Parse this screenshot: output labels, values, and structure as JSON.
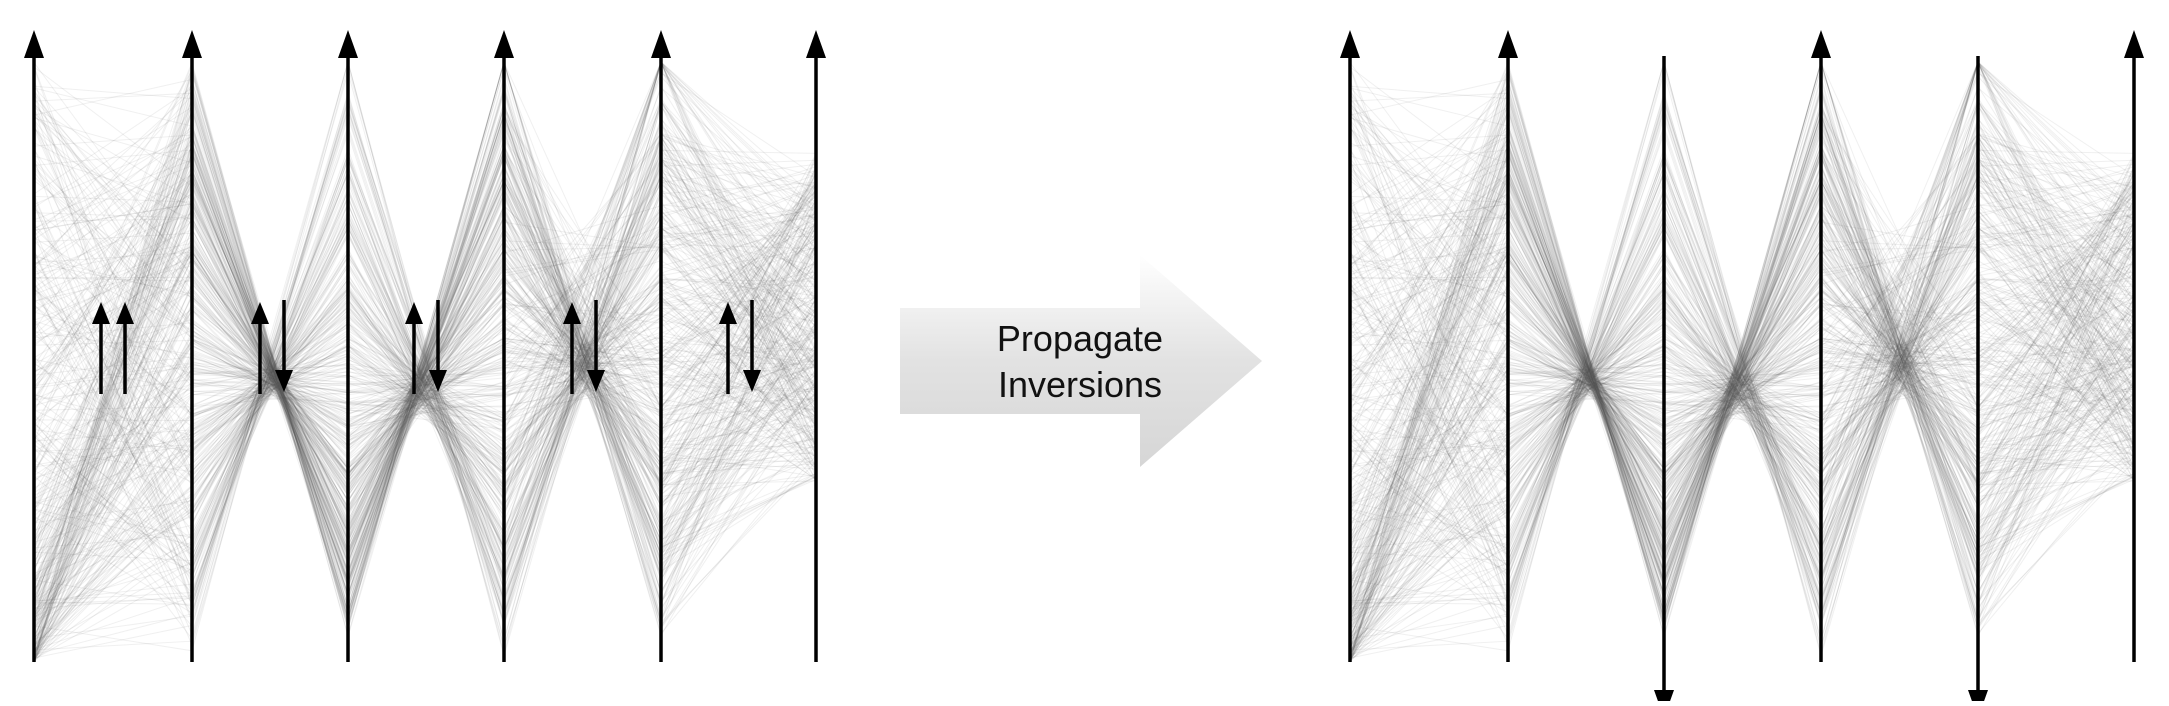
{
  "arrow": {
    "line1": "Propagate",
    "line2": "Inversions"
  },
  "colors": {
    "background": "#ffffff",
    "axis": "#000000",
    "polyline": "#5a5a5a",
    "arrow_gradient_start": "#e8e8e8",
    "arrow_gradient_end": "#ffffff"
  },
  "left_plot": {
    "axis_directions": [
      "up",
      "up",
      "up",
      "up",
      "up",
      "up"
    ],
    "pair_indicators": [
      [
        "up",
        "up"
      ],
      [
        "up",
        "down"
      ],
      [
        "up",
        "down"
      ],
      [
        "up",
        "down"
      ],
      [
        "up",
        "down"
      ]
    ]
  },
  "right_plot": {
    "axis_directions": [
      "up",
      "up",
      "down",
      "up",
      "down",
      "up"
    ]
  }
}
